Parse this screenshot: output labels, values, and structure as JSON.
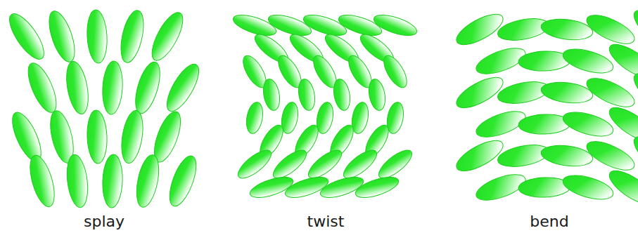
{
  "diagram": {
    "labels": [
      "splay",
      "twist",
      "bend"
    ]
  }
}
